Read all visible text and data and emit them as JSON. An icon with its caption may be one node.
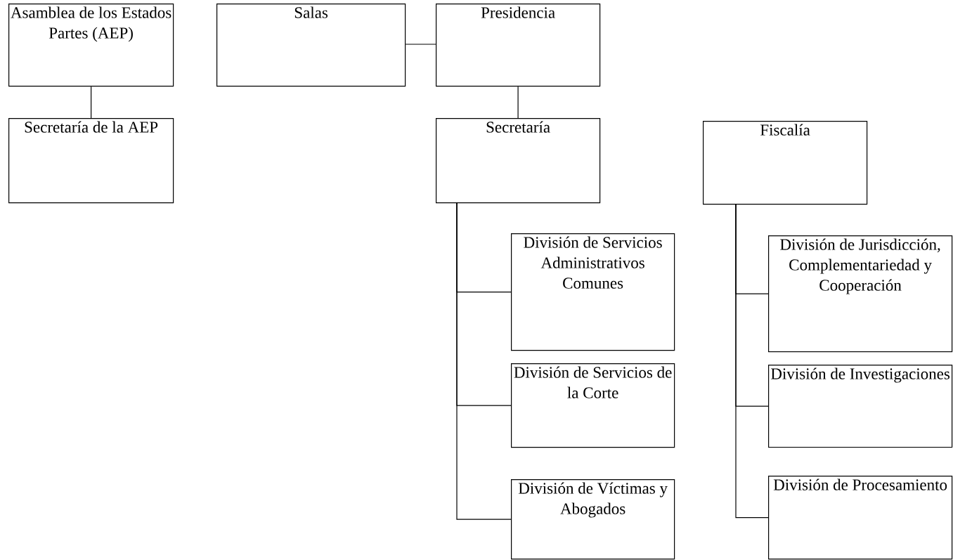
{
  "diagram": {
    "nodes": [
      {
        "text": [
          "Asamblea de los Estados Partes (AEP)"
        ]
      },
      {
        "text": [
          "Secretaría de la AEP"
        ]
      },
      {
        "text": [
          "Salas"
        ]
      },
      {
        "text": [
          "Presidencia"
        ]
      },
      {
        "text": [
          "Secretaría"
        ]
      },
      {
        "text": [
          "Fiscalía"
        ]
      },
      {
        "text": [
          "División de Servicios Administrativos Comunes"
        ]
      },
      {
        "text": [
          "División de Servicios de la Corte"
        ]
      },
      {
        "text": [
          "División de Víctimas y Abogados"
        ]
      },
      {
        "text": [
          "División de Jurisdicción, Complementariedad y Cooperación"
        ]
      },
      {
        "text": [
          "División de Investigaciones"
        ]
      },
      {
        "text": [
          "División de Procesamiento"
        ]
      }
    ],
    "edges": [
      {
        "from": 0,
        "to": 1,
        "arrow": "none"
      },
      {
        "from": 2,
        "to": 3,
        "arrow": "none"
      },
      {
        "from": 3,
        "to": 4,
        "arrow": "none"
      },
      {
        "from": 4,
        "to": 6,
        "arrow": "none"
      },
      {
        "from": 4,
        "to": 7,
        "arrow": "none"
      },
      {
        "from": 4,
        "to": 8,
        "arrow": "none"
      },
      {
        "from": 5,
        "to": 9,
        "arrow": "none"
      },
      {
        "from": 5,
        "to": 10,
        "arrow": "none"
      },
      {
        "from": 5,
        "to": 11,
        "arrow": "none"
      }
    ]
  }
}
